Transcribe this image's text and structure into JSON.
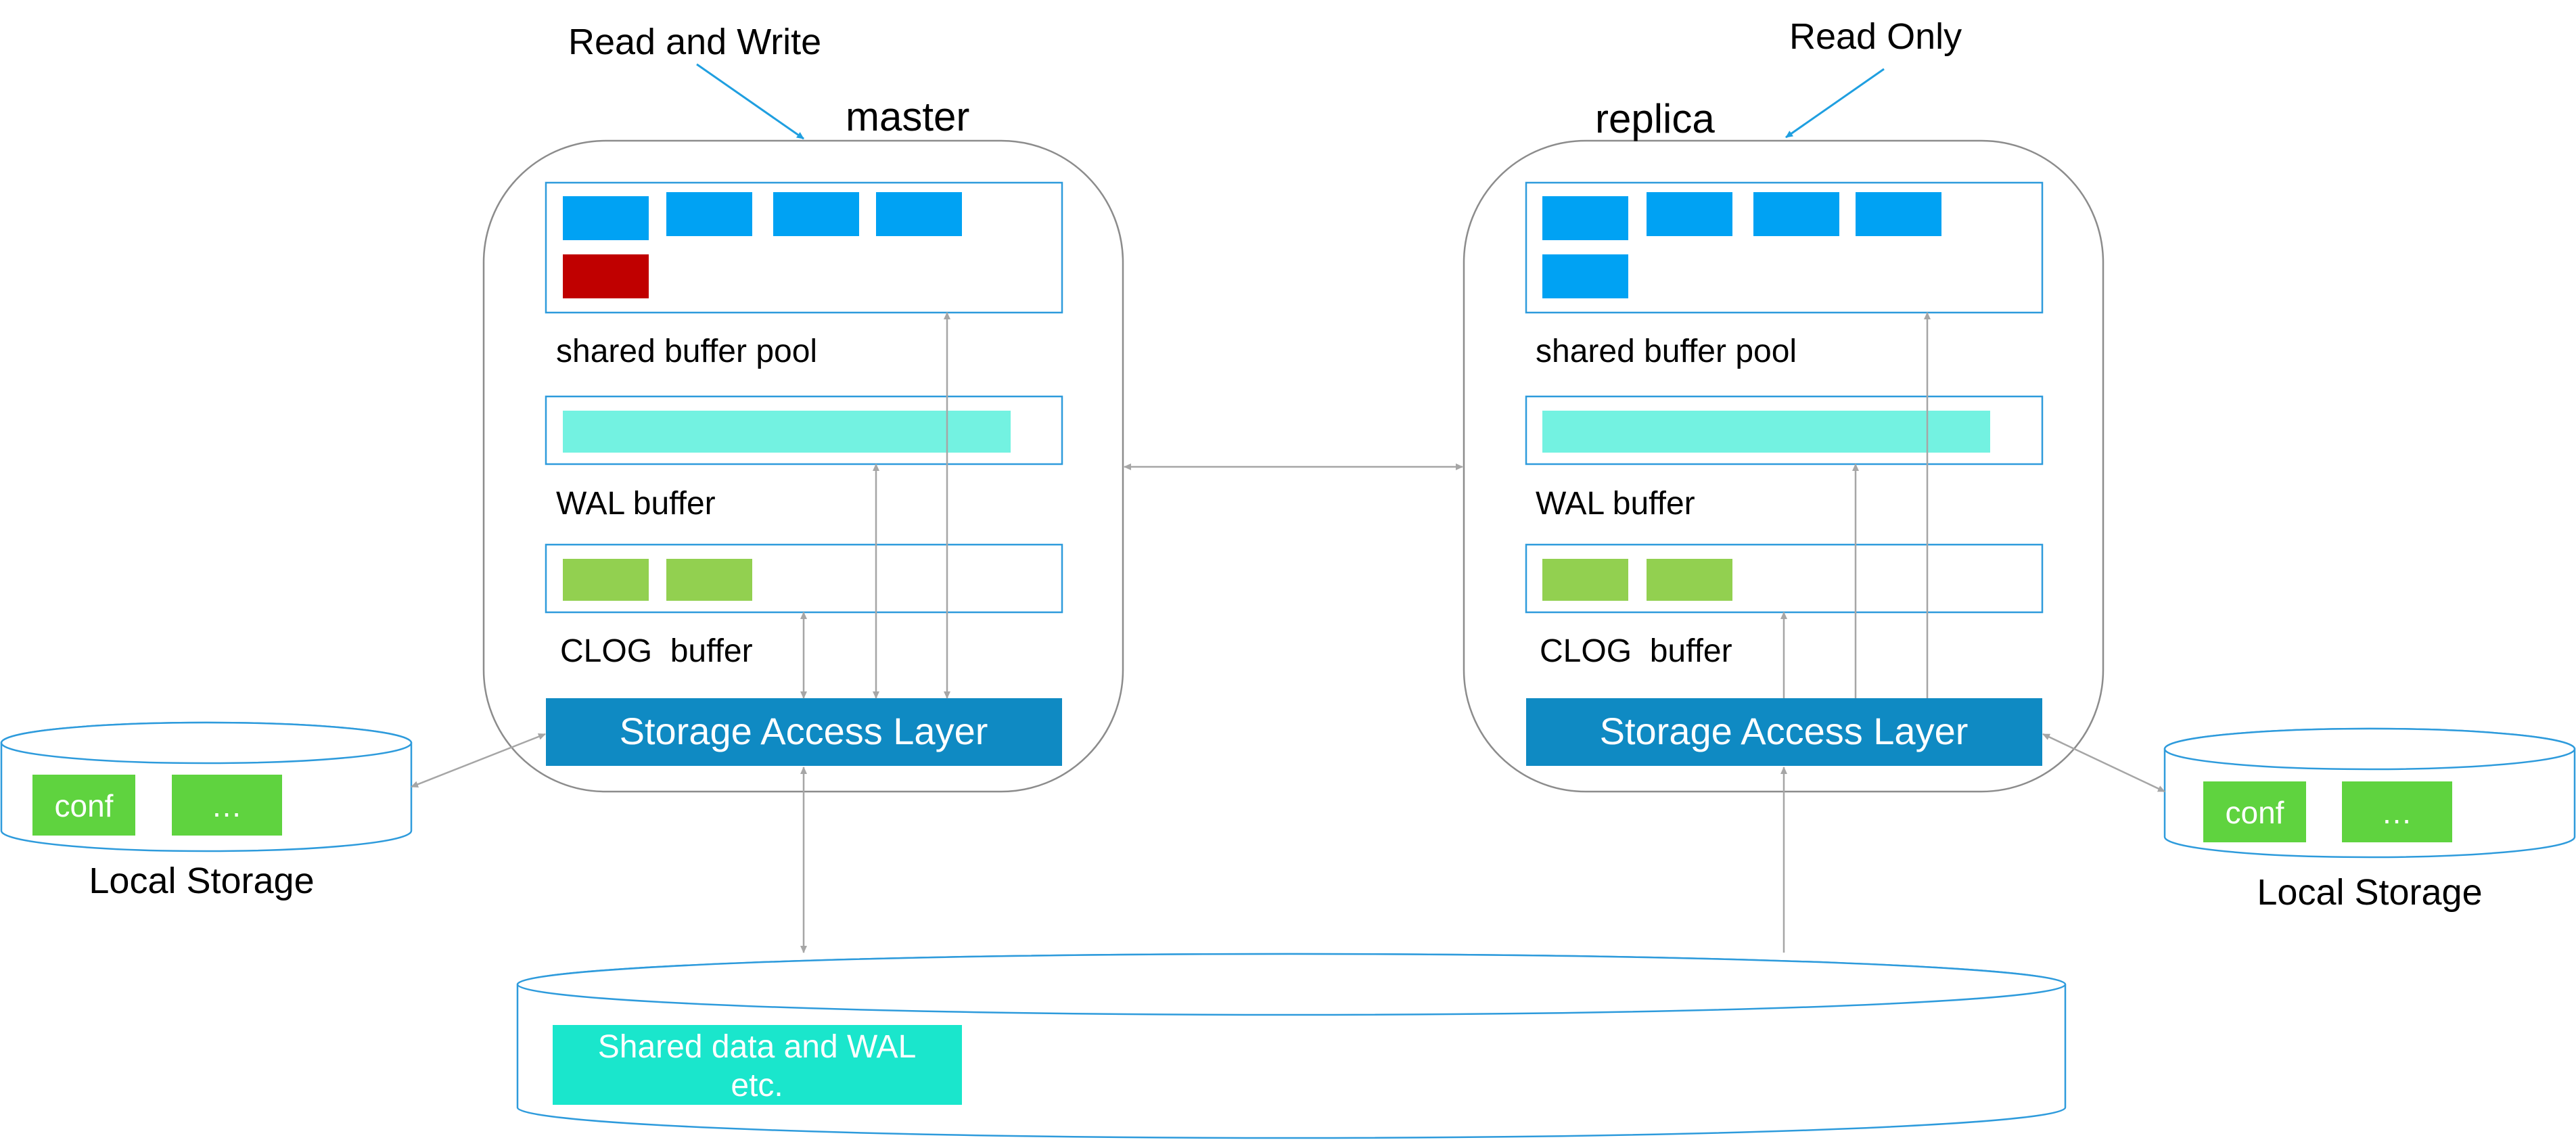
{
  "master": {
    "title": "master",
    "annotation": "Read and Write",
    "shared_buffer_label": "shared buffer pool",
    "wal_buffer_label": "WAL buffer",
    "clog_buffer_label": "CLOG  buffer",
    "storage_layer_label": "Storage Access Layer",
    "dirty_page_color": "#c00000"
  },
  "replica": {
    "title": "replica",
    "annotation": "Read Only",
    "shared_buffer_label": "shared buffer pool",
    "wal_buffer_label": "WAL buffer",
    "clog_buffer_label": "CLOG  buffer",
    "storage_layer_label": "Storage Access Layer"
  },
  "local_storage_left": {
    "label": "Local Storage",
    "items": [
      "conf",
      "…"
    ]
  },
  "local_storage_right": {
    "label": "Local Storage",
    "items": [
      "conf",
      "…"
    ]
  },
  "shared_storage": {
    "item_line1": "Shared data and WAL",
    "item_line2": "etc."
  },
  "colors": {
    "page_block": "#00a2f3",
    "wal_block": "#73f2e1",
    "clog_block": "#92d050",
    "storage_layer": "#0f8ac3",
    "local_item": "#5fd33f",
    "shared_item": "#1ae6cc",
    "frame_border": "#2e9bdc",
    "node_border": "#8c8c8c",
    "arrow": "#a6a6a6",
    "annotation_line": "#1f9fe0"
  }
}
